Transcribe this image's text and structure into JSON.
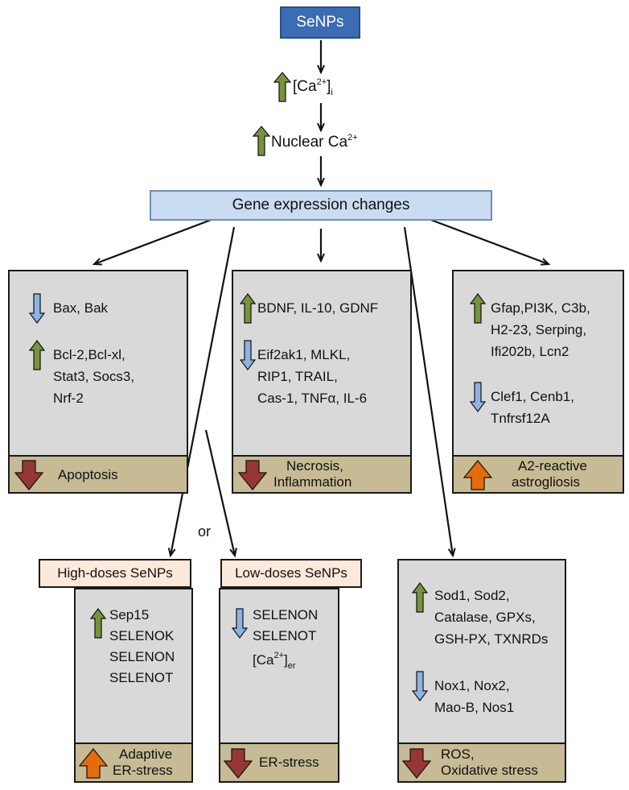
{
  "top": {
    "label": "SeNPs"
  },
  "calcium": {
    "intracellular_base": "[Ca",
    "intracellular_sup": "2+",
    "intracellular_close": "]",
    "intracellular_sub": "i",
    "nuclear_base": "Nuclear Ca",
    "nuclear_sup": "2+"
  },
  "gene": {
    "label": "Gene expression changes"
  },
  "or_label": "or",
  "panels": {
    "apoptosis": {
      "down_genes": [
        "Bax, Bak"
      ],
      "up_genes": [
        "Bcl-2,Bcl-xl,",
        "Stat3, Socs3,",
        "Nrf-2"
      ],
      "outcome": [
        "Apoptosis"
      ]
    },
    "necrosis": {
      "up_genes": [
        "BDNF, IL-10,  GDNF"
      ],
      "down_genes": [
        "Eif2ak1, MLKL,",
        "RIP1, TRAIL,",
        "Cas-1, TNFα, IL-6"
      ],
      "outcome": [
        "Necrosis,",
        "Inflammation"
      ]
    },
    "astro": {
      "up_genes": [
        "Gfap,PI3K, C3b,",
        "H2-23, Serping,",
        "Ifi202b, Lcn2"
      ],
      "down_genes": [
        "Clef1, Cenb1,",
        "Tnfrsf12A"
      ],
      "outcome": [
        "A2-reactive",
        "astrogliosis"
      ]
    },
    "high": {
      "dose_label": "High-doses SeNPs",
      "up_genes": [
        "Sep15",
        "SELENOK",
        "SELENON",
        "SELENOT"
      ],
      "outcome": [
        "Adaptive",
        "ER-stress"
      ]
    },
    "low": {
      "dose_label": "Low-doses SeNPs",
      "down_genes": [
        "SELENON",
        "SELENOT"
      ],
      "er_base": "[Ca",
      "er_sup": "2+",
      "er_close": "]",
      "er_sub": "er",
      "outcome": [
        "ER-stress"
      ]
    },
    "ros": {
      "up_genes": [
        "Sod1, Sod2,",
        "Catalase, GPXs,",
        "GSH-PX, TXNRDs"
      ],
      "down_genes": [
        "Nox1, Nox2,",
        "Mao-B, Nos1"
      ],
      "outcome": [
        "ROS,",
        "Oxidative stress"
      ]
    }
  },
  "colors": {
    "up_gene": "#77933c",
    "down_gene": "#8db3e2",
    "decrease": "#953735",
    "increase": "#e46c0a"
  }
}
